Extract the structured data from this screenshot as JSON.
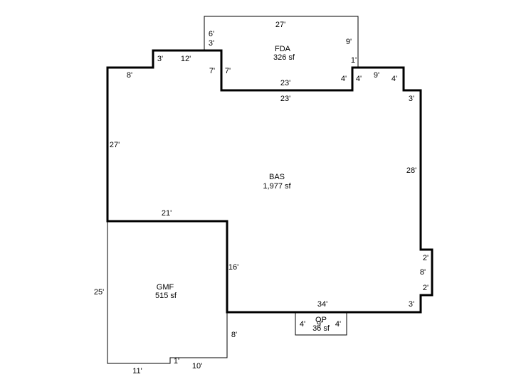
{
  "areas": {
    "fda": {
      "code": "FDA",
      "area": "326 sf"
    },
    "bas": {
      "code": "BAS",
      "area": "1,977 sf"
    },
    "gmf": {
      "code": "GMF",
      "area": "515 sf"
    },
    "op": {
      "code": "OP",
      "area": "36 sf"
    }
  },
  "dims": {
    "fda_top": "27'",
    "fda_left_upper": "6'",
    "fda_left_lower": "3'",
    "fda_right": "9'",
    "fda_right_small": "1'",
    "fda_inner_left": "7'",
    "fda_bottom": "23'",
    "bas_top_notch": "3'",
    "bas_top_step": "12'",
    "bas_inner_left": "7'",
    "bas_top_center": "23'",
    "bas_top_left": "8'",
    "bas_left": "27'",
    "bas_notch_right": "4'",
    "bas_notch_left": "4'",
    "bas_top_right_a": "9'",
    "bas_top_right_b": "4'",
    "bas_right_upper": "3'",
    "bas_right": "28'",
    "bas_bump_top": "2'",
    "bas_bump_side": "8'",
    "bas_bump_bottom": "2'",
    "bas_right_lower": "3'",
    "bas_bottom": "34'",
    "bas_left_lower": "16'",
    "bas_mid": "21'",
    "gmf_left": "25'",
    "gmf_right": "8'",
    "gmf_bottom_left": "11'",
    "gmf_step": "1'",
    "gmf_bottom_right": "10'",
    "op_left": "4'",
    "op_top": "9'",
    "op_right": "4'"
  }
}
